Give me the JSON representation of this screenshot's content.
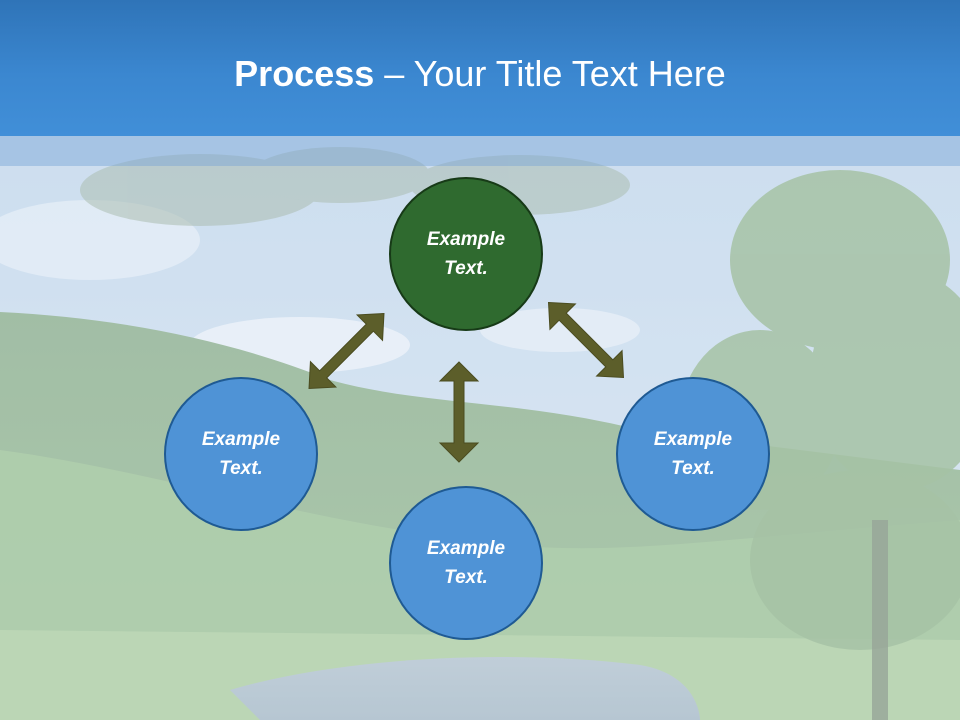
{
  "slide": {
    "title_bold": "Process",
    "title_dash": " – ",
    "title_rest": "Your Title Text Here"
  },
  "diagram": {
    "nodes": [
      {
        "id": "top",
        "text": "Example\nText.",
        "color": "#2f6a2f"
      },
      {
        "id": "left",
        "text": "Example\nText.",
        "color": "#4f93d6"
      },
      {
        "id": "right",
        "text": "Example\nText.",
        "color": "#4f93d6"
      },
      {
        "id": "bottom",
        "text": "Example\nText.",
        "color": "#4f93d6"
      }
    ],
    "arrow_color": "#5c5e2a"
  },
  "colors": {
    "header": "#3b87d0",
    "background_photo": "landscape-forest-river"
  }
}
